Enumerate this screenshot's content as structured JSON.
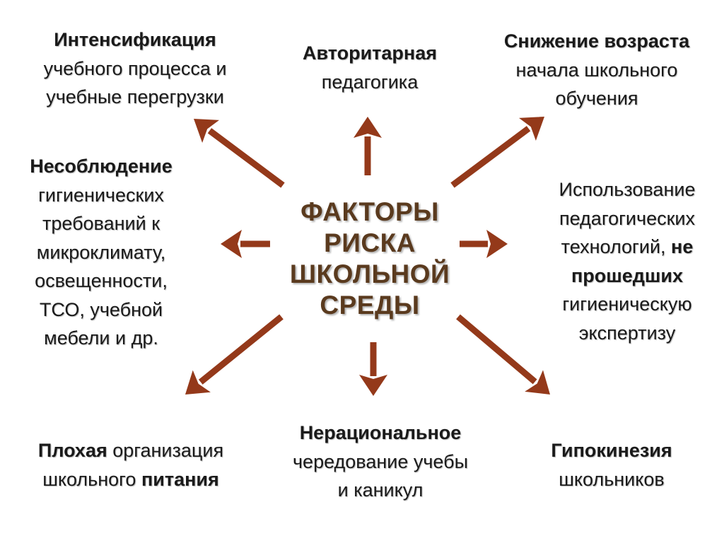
{
  "colors": {
    "arrow": "#94391a",
    "center_text": "#5a3a1e",
    "text": "#1a1a1a"
  },
  "center": {
    "line1": "ФАКТОРЫ",
    "line2": "РИСКА",
    "line3": "ШКОЛЬНОЙ",
    "line4": "СРЕДЫ"
  },
  "nodes": {
    "top_left": {
      "bold": "Интенсификация",
      "line2": "учебного процесса и",
      "line3": "учебные перегрузки"
    },
    "top_center": {
      "bold": "Авторитарная",
      "line2": "педагогика"
    },
    "top_right": {
      "bold": "Снижение возраста",
      "line2": "начала школьного",
      "line3": "обучения"
    },
    "mid_left": {
      "bold": "Несоблюдение",
      "line2": "гигиенических",
      "line3": "требований к",
      "line4": "микроклимату,",
      "line5": "освещенности,",
      "line6": "ТСО, учебной",
      "line7": "мебели и др."
    },
    "mid_right": {
      "line1": "Использование",
      "line2": "педагогических",
      "line3_plain": "технологий, ",
      "line3_bold": "не",
      "line4_bold": "прошедших",
      "line5": "гигиеническую",
      "line6": "экспертизу"
    },
    "bottom_left": {
      "bold1": "Плохая",
      "plain1": " организация",
      "plain2": "школьного ",
      "bold2": "питания"
    },
    "bottom_center": {
      "bold": "Нерациональное",
      "line2": "чередование учебы",
      "line3": "и каникул"
    },
    "bottom_right": {
      "bold": "Гипокинезия",
      "line2": "школьников"
    }
  }
}
